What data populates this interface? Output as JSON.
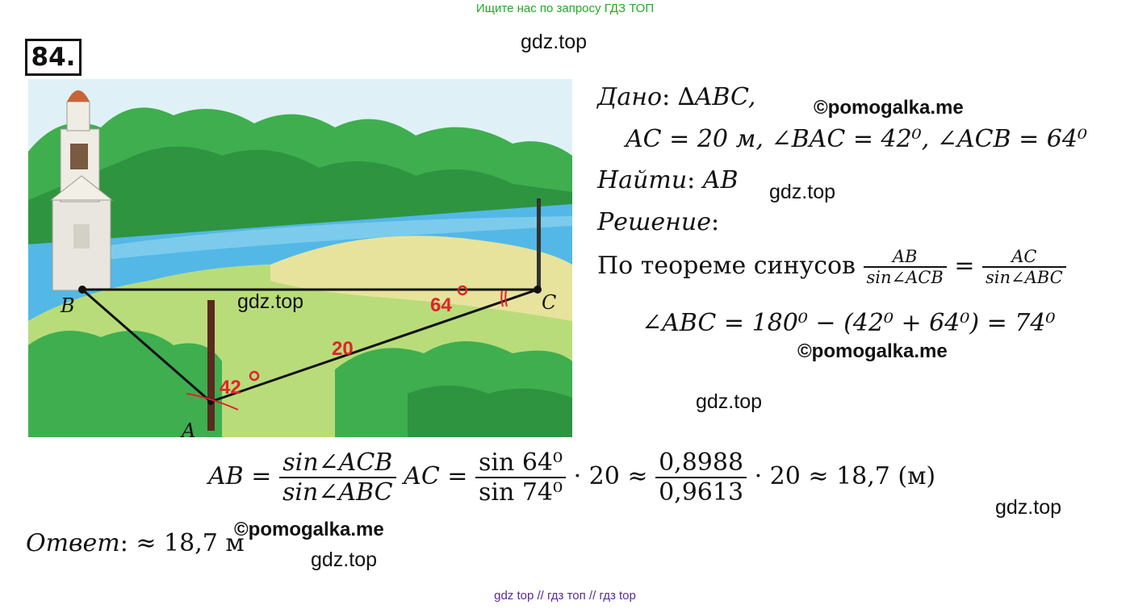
{
  "banner": "Ищите нас по запросу ГДЗ ТОП",
  "problem_number": "84.",
  "watermarks": {
    "gdz1": "gdz.top",
    "gdz2": "gdz.top",
    "gdz3": "gdz.top",
    "gdz4": "gdz.top",
    "gdz5": "gdz.top",
    "gdz6": "gdz.top",
    "pomo1": "©pomogalka.me",
    "pomo2": "©pomogalka.me",
    "pomo3": "©pomogalka.me"
  },
  "figure": {
    "label_B": "B",
    "label_C": "C",
    "label_A": "A",
    "angle_C": "64",
    "angle_A": "42",
    "side_AC": "20"
  },
  "given": {
    "label": "Дано",
    "triangle": "∆ABC,",
    "line2": "AC = 20 м, ∠BAC = 42⁰, ∠ACB = 64⁰"
  },
  "find": {
    "label": "Найти",
    "value": "AB"
  },
  "solution": {
    "label": "Решение",
    "theorem_text": "По теореме синусов",
    "frac1_num": "AB",
    "frac1_den": "sin∠ACB",
    "frac2_num": "AC",
    "frac2_den": "sin∠ABC",
    "angle_eq": "∠ABC = 180⁰ − (42⁰ + 64⁰) = 74⁰"
  },
  "formula": {
    "lhs": "AB =",
    "f1_num": "sin∠ACB",
    "f1_den": "sin∠ABC",
    "mid1": "AC =",
    "f2_num": "sin 64⁰",
    "f2_den": "sin 74⁰",
    "mid2": "· 20 ≈",
    "f3_num": "0,8988",
    "f3_den": "0,9613",
    "tail": "· 20 ≈ 18,7 (м)"
  },
  "answer": {
    "label": "Ответ",
    "value": "≈ 18,7 м"
  },
  "footer": "gdz top  //  гдз топ  //  гдз top",
  "colors": {
    "banner": "#22aa22",
    "footer": "#5a2a9a",
    "angle_marks": "#e0232a",
    "sky": "#dff1f6",
    "river": "#53b8e6",
    "trees": "#37a848",
    "grass": "#b9dc7a"
  }
}
